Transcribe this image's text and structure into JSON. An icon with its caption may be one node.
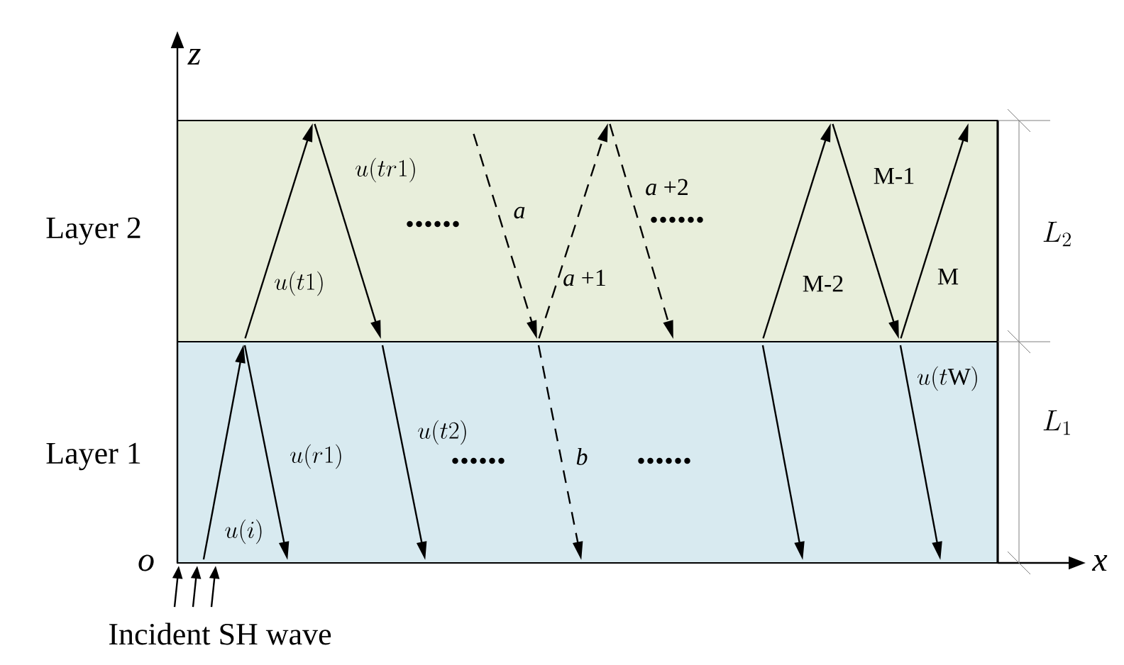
{
  "diagram": {
    "nodes": [
      {
        "text": [
          "Layer 2"
        ]
      },
      {
        "text": [
          "Layer 1"
        ]
      }
    ],
    "labels": [
      "z",
      "u(tr1)",
      "a",
      "*a* +2",
      "M-1",
      "......",
      "......",
      "u(t1)",
      "*a* +1",
      "M-2",
      "M",
      "L_2",
      "u(t\\mathrm{W})",
      "u(t2)",
      "u(r1)",
      "......",
      "b",
      "......",
      "L_1",
      "u(i)",
      "o",
      "x",
      "Incident SH wave"
    ]
  }
}
